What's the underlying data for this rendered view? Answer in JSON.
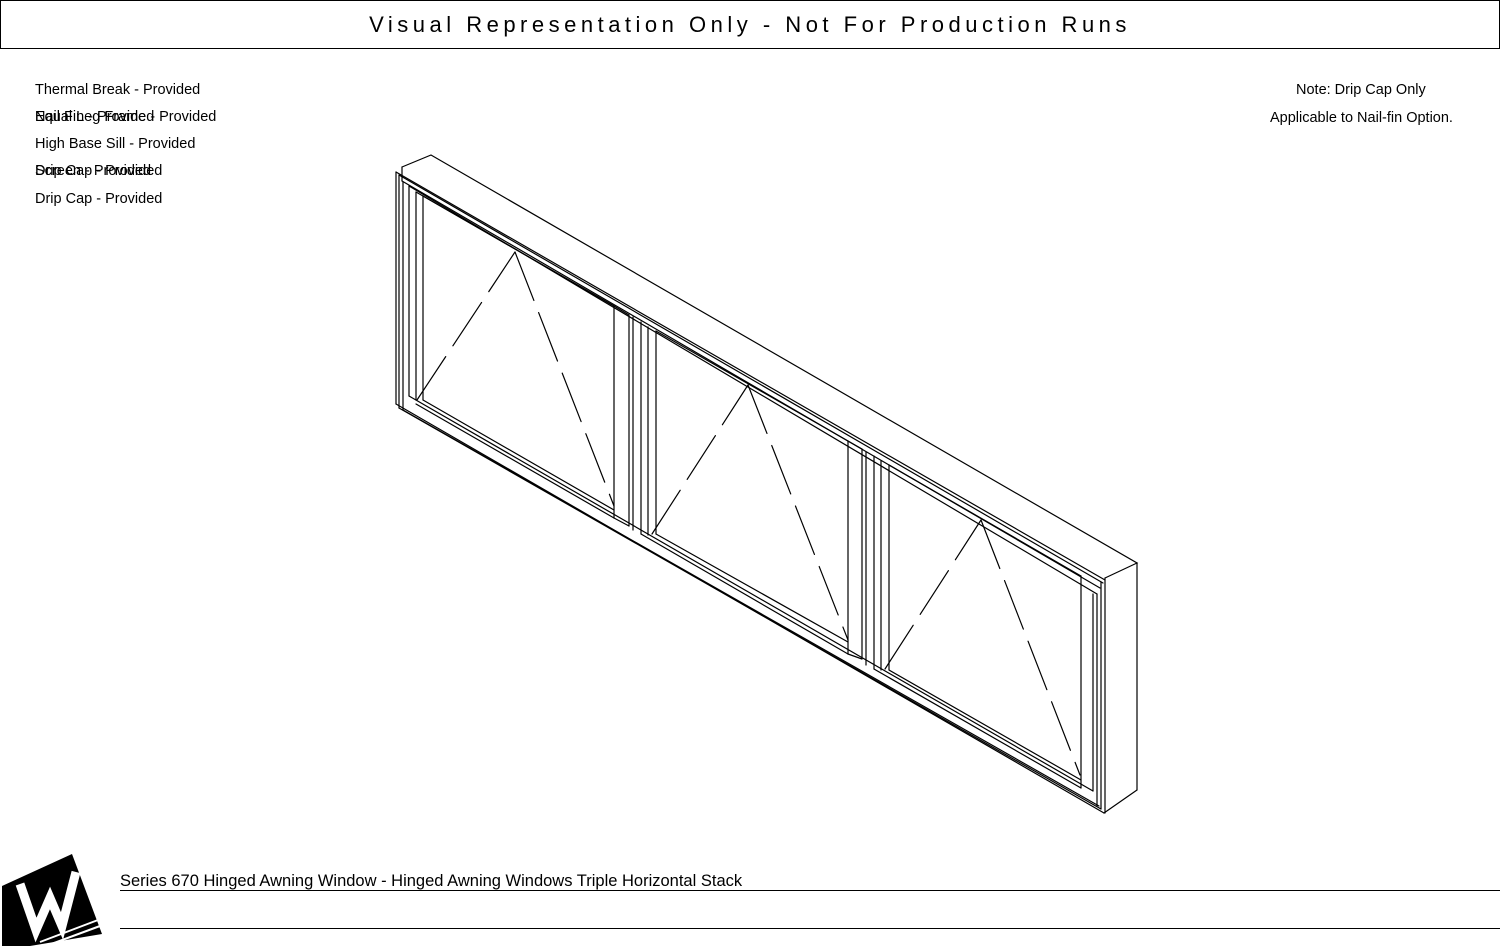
{
  "banner": {
    "text": "Visual Representation Only - Not For Production Runs"
  },
  "specs": {
    "thermal_break": "Thermal Break - Provided",
    "nail_fin": "Nail Fin - Provided",
    "equal_leg_frame": "Equal Leg Frame - Provided",
    "high_base_sill": "High Base Sill - Provided",
    "screen": "Screen - Provided",
    "drip_cap_overlap": "Drip Cap - Provided",
    "drip_cap": "Drip Cap - Provided"
  },
  "note": {
    "line1": "Note: Drip Cap Only",
    "line2": "Applicable to Nail-fin Option."
  },
  "footer": {
    "title": "Series 670 Hinged Awning Window - Hinged Awning Windows Triple Horizontal Stack"
  },
  "drawing": {
    "product": "hinged-awning-window",
    "configuration": "triple-horizontal-stack",
    "panels": 3,
    "opening_indicator": "dashed-chevron"
  },
  "colors": {
    "line": "#000000",
    "background": "#ffffff"
  },
  "icons": {
    "logo": "w-logo"
  }
}
